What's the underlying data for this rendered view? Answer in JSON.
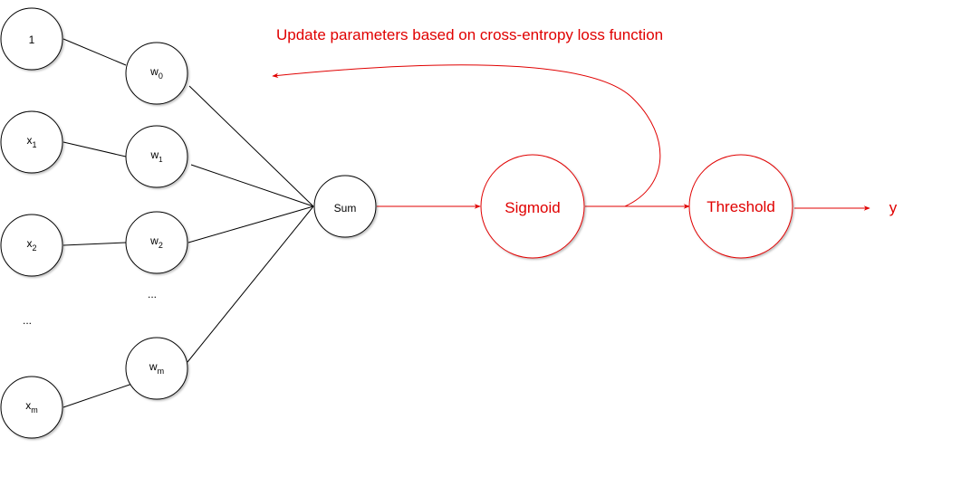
{
  "diagram": {
    "title_note": "Update parameters based on cross-entropy loss function",
    "colors": {
      "primary": "#000000",
      "accent": "#e00000",
      "background": "#ffffff"
    },
    "inputs": [
      {
        "id": "in-1",
        "base": "1",
        "sub": ""
      },
      {
        "id": "in-x1",
        "base": "x",
        "sub": "1"
      },
      {
        "id": "in-x2",
        "base": "x",
        "sub": "2"
      },
      {
        "id": "in-xm",
        "base": "x",
        "sub": "m"
      }
    ],
    "weights": [
      {
        "id": "w-0",
        "base": "w",
        "sub": "0"
      },
      {
        "id": "w-1",
        "base": "w",
        "sub": "1"
      },
      {
        "id": "w-2",
        "base": "w",
        "sub": "2"
      },
      {
        "id": "w-m",
        "base": "w",
        "sub": "m"
      }
    ],
    "input_ellipsis": "...",
    "weight_ellipsis": "...",
    "sum_label": "Sum",
    "sigmoid_label": "Sigmoid",
    "threshold_label": "Threshold",
    "output_label": "y"
  }
}
